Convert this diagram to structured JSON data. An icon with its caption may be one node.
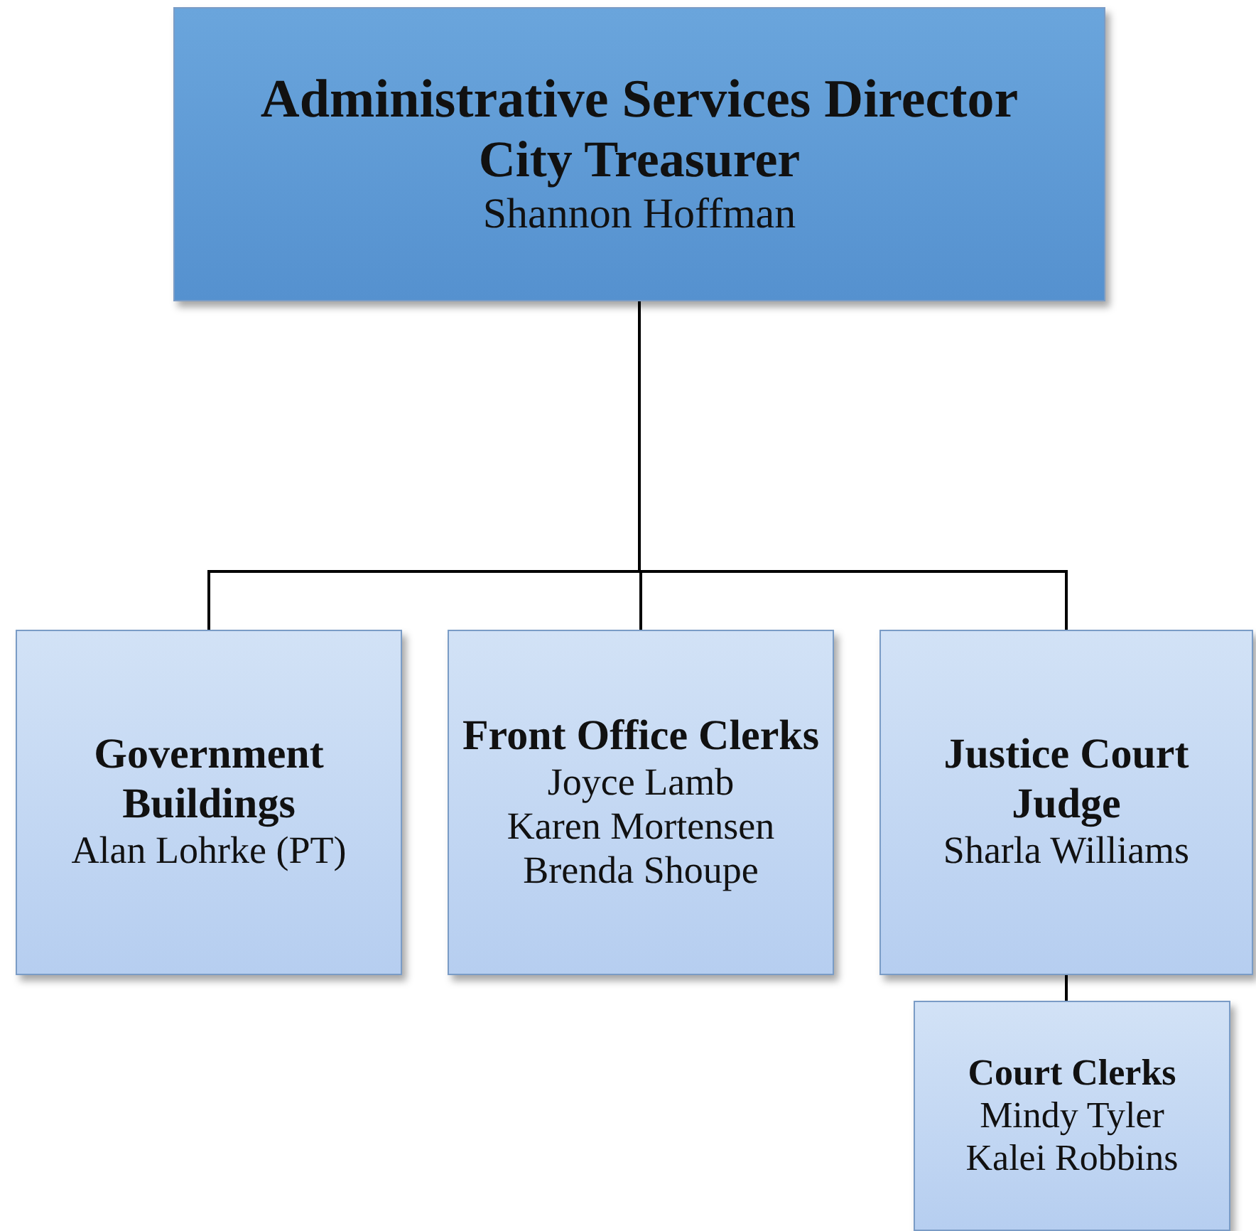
{
  "diagram": {
    "nodes": [
      {
        "text": [
          "Administrative Services Director",
          "City Treasurer",
          "Shannon Hoffman"
        ]
      },
      {
        "text": [
          "Government Buildings",
          "Alan Lohrke (PT)"
        ]
      },
      {
        "text": [
          "Front Office Clerks",
          "Joyce Lamb",
          "Karen Mortensen",
          "Brenda Shoupe"
        ]
      },
      {
        "text": [
          "Justice Court Judge",
          "Sharla Williams"
        ]
      },
      {
        "text": [
          "Court Clerks",
          "Mindy Tyler",
          "Kalei Robbins"
        ]
      }
    ],
    "edges": [
      {
        "from": 0,
        "to": 1,
        "arrow": "none"
      },
      {
        "from": 0,
        "to": 2,
        "arrow": "none"
      },
      {
        "from": 0,
        "to": 3,
        "arrow": "none"
      },
      {
        "from": 3,
        "to": 4,
        "arrow": "none"
      }
    ]
  }
}
